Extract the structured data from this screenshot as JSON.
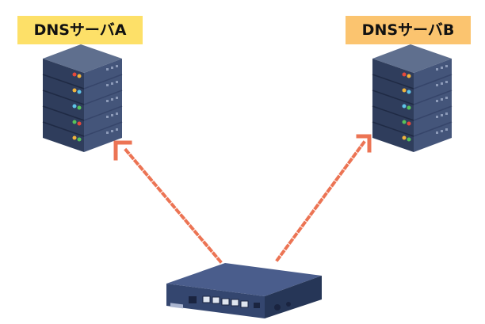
{
  "servers": [
    {
      "label": "DNSサーバA",
      "label_color": "#fde068"
    },
    {
      "label": "DNSサーバB",
      "label_color": "#fbc46f"
    }
  ],
  "arrow_color": "#ec7454",
  "device": {
    "name": "router",
    "brand_color": "#3b4d78"
  }
}
